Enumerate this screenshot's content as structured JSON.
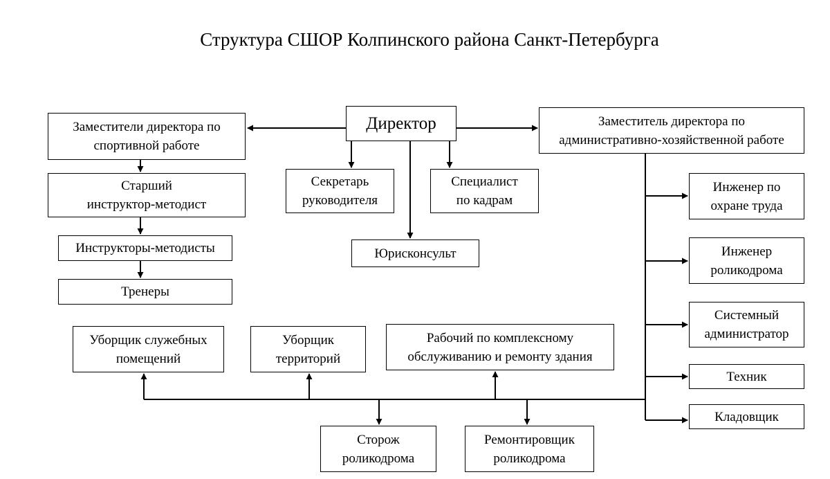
{
  "title": "Структура СШОР Колпинского района Санкт-Петербурга",
  "colors": {
    "line": "#000000",
    "background": "#ffffff"
  },
  "nodes": {
    "director": [
      "Директор"
    ],
    "deputy_sport": [
      "Заместители директора по",
      "спортивной работе"
    ],
    "deputy_admin": [
      "Заместитель директора по",
      "административно-хозяйственной работе"
    ],
    "secretary": [
      "Секретарь",
      "руководителя"
    ],
    "hr_specialist": [
      "Специалист",
      "по кадрам"
    ],
    "lawyer": [
      "Юрисконсульт"
    ],
    "senior_instructor": [
      "Старший",
      "инструктор-методист"
    ],
    "instructors": [
      "Инструкторы-методисты"
    ],
    "coaches": [
      "Тренеры"
    ],
    "safety_engineer": [
      "Инженер по",
      "охране труда"
    ],
    "rollerdrome_engineer": [
      "Инженер",
      "роликодрома"
    ],
    "sysadmin": [
      "Системный",
      "администратор"
    ],
    "technician": [
      "Техник"
    ],
    "storekeeper": [
      "Кладовщик"
    ],
    "office_cleaner": [
      "Уборщик служебных",
      "помещений"
    ],
    "territory_cleaner": [
      "Уборщик",
      "территорий"
    ],
    "maintenance_worker": [
      "Рабочий по комплексному",
      "обслуживанию и ремонту здания"
    ],
    "watchman": [
      "Сторож",
      "роликодрома"
    ],
    "repairman": [
      "Ремонтировщик",
      "роликодрома"
    ]
  }
}
